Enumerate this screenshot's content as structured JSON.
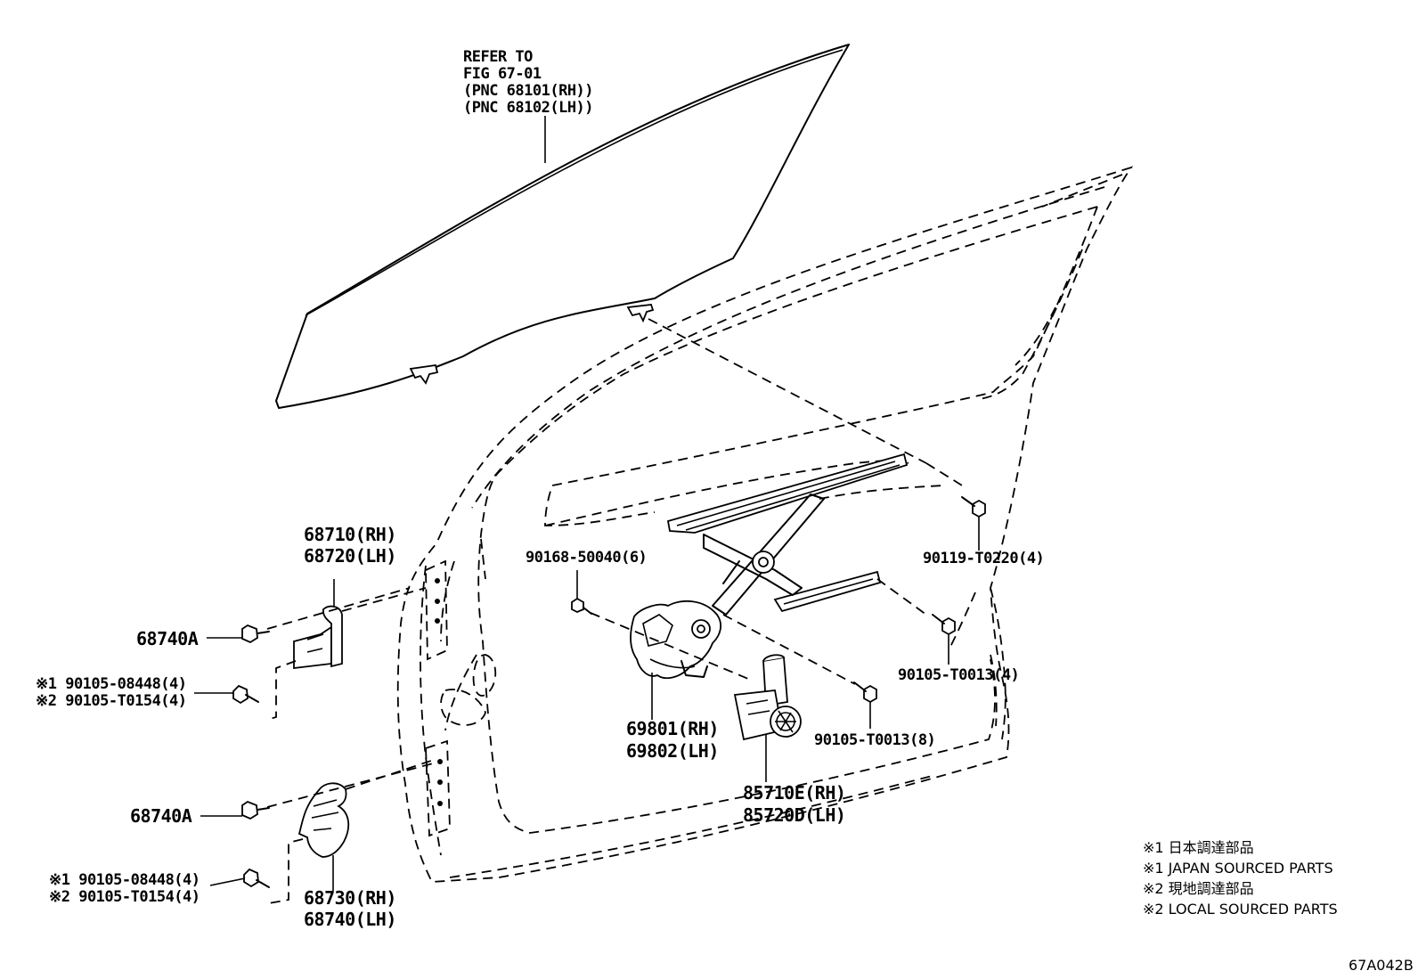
{
  "refer": [
    "REFER TO",
    "FIG 67-01",
    "(PNC 68101(RH))",
    "(PNC 68102(LH))"
  ],
  "labels": {
    "hinge_upper_rh": "68710(RH)",
    "hinge_upper_lh": "68720(LH)",
    "bolt_upper": "68740A",
    "screw_upper_1": "※1 90105-08448(4)",
    "screw_upper_2": "※2 90105-T0154(4)",
    "bolt_lower": "68740A",
    "screw_lower_1": "※1 90105-08448(4)",
    "screw_lower_2": "※2 90105-T0154(4)",
    "hinge_lower_rh": "68730(RH)",
    "hinge_lower_lh": "68740(LH)",
    "screw_90168": "90168-50040(6)",
    "regulator_rh": "69801(RH)",
    "regulator_lh": "69802(LH)",
    "motor_rh": "85710E(RH)",
    "motor_lh": "85720D(LH)",
    "bolt_90119": "90119-T0220(4)",
    "bolt_t0013_4": "90105-T0013(4)",
    "bolt_t0013_8": "90105-T0013(8)"
  },
  "notes": [
    "※1 日本調達部品",
    "※1 JAPAN SOURCED PARTS",
    "※2 現地調達部品",
    "※2 LOCAL SOURCED PARTS"
  ],
  "figure_id": "67A042B"
}
